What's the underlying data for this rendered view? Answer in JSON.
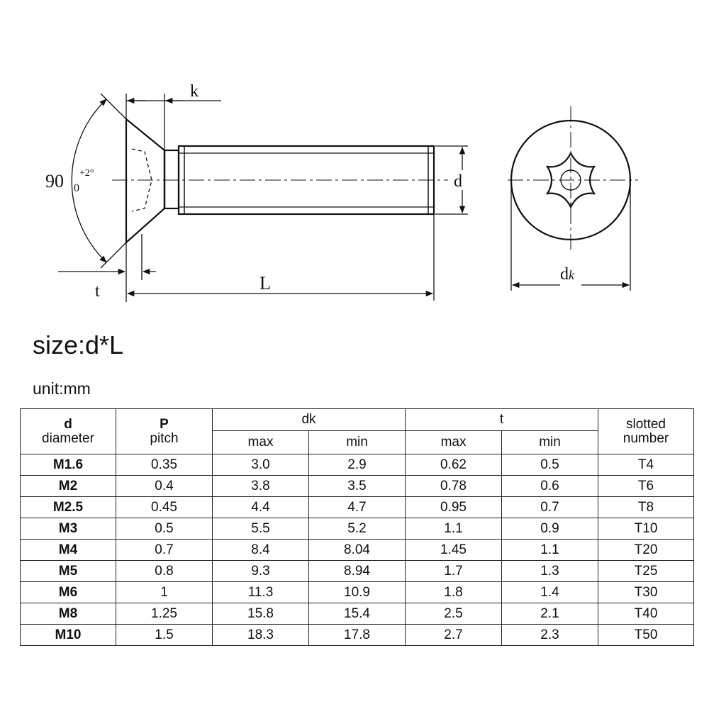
{
  "drawing": {
    "labels": {
      "k": "k",
      "angle_main": "90",
      "angle_sup": "+2°",
      "angle_sub": "0",
      "d": "d",
      "t": "t",
      "L": "L",
      "dk_main": "d",
      "dk_sub": "k"
    }
  },
  "size_text": "size:d*L",
  "unit_text": "unit:mm",
  "table": {
    "headers": {
      "d_top": "d",
      "d_bottom": "diameter",
      "p_top": "P",
      "p_bottom": "pitch",
      "dk": "dk",
      "t": "t",
      "max": "max",
      "min": "min",
      "slot_top": "slotted",
      "slot_bottom": "number"
    },
    "rows": [
      {
        "d": "M1.6",
        "pitch": "0.35",
        "dk_max": "3.0",
        "dk_min": "2.9",
        "t_max": "0.62",
        "t_min": "0.5",
        "slot": "T4"
      },
      {
        "d": "M2",
        "pitch": "0.4",
        "dk_max": "3.8",
        "dk_min": "3.5",
        "t_max": "0.78",
        "t_min": "0.6",
        "slot": "T6"
      },
      {
        "d": "M2.5",
        "pitch": "0.45",
        "dk_max": "4.4",
        "dk_min": "4.7",
        "t_max": "0.95",
        "t_min": "0.7",
        "slot": "T8"
      },
      {
        "d": "M3",
        "pitch": "0.5",
        "dk_max": "5.5",
        "dk_min": "5.2",
        "t_max": "1.1",
        "t_min": "0.9",
        "slot": "T10"
      },
      {
        "d": "M4",
        "pitch": "0.7",
        "dk_max": "8.4",
        "dk_min": "8.04",
        "t_max": "1.45",
        "t_min": "1.1",
        "slot": "T20"
      },
      {
        "d": "M5",
        "pitch": "0.8",
        "dk_max": "9.3",
        "dk_min": "8.94",
        "t_max": "1.7",
        "t_min": "1.3",
        "slot": "T25"
      },
      {
        "d": "M6",
        "pitch": "1",
        "dk_max": "11.3",
        "dk_min": "10.9",
        "t_max": "1.8",
        "t_min": "1.4",
        "slot": "T30"
      },
      {
        "d": "M8",
        "pitch": "1.25",
        "dk_max": "15.8",
        "dk_min": "15.4",
        "t_max": "2.5",
        "t_min": "2.1",
        "slot": "T40"
      },
      {
        "d": "M10",
        "pitch": "1.5",
        "dk_max": "18.3",
        "dk_min": "17.8",
        "t_max": "2.7",
        "t_min": "2.3",
        "slot": "T50"
      }
    ]
  }
}
